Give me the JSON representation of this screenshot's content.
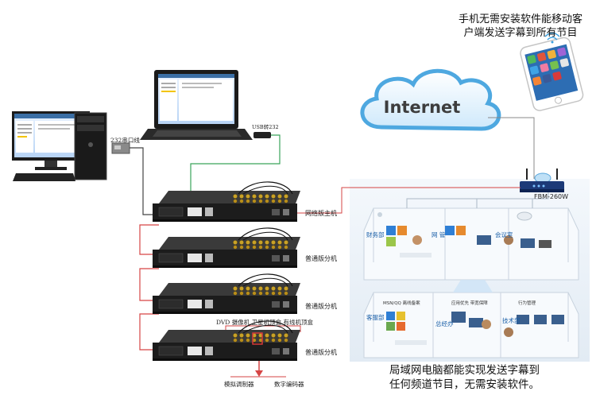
{
  "phone_caption": [
    "手机无需安装软件能移动客",
    "户端发送字幕到所有节目"
  ],
  "cloud_label": "Internet",
  "serial_label": "232串口线",
  "usb_label": "USB转232",
  "router_label": "FBM-260W",
  "units": [
    {
      "label": "网络版主机"
    },
    {
      "label": "普通版分机"
    },
    {
      "label": "普通版分机"
    },
    {
      "label": "普通版分机"
    }
  ],
  "sources_label": "DVD  摄像机  卫星机顶盒  有线机顶盒",
  "outputs": {
    "left": "模拟调制器",
    "right": "数字编码器"
  },
  "lan_caption": [
    "局域网电脑都能实现发送字幕到",
    "任何频道节目，无需安装软件。"
  ],
  "rooms": [
    {
      "name": "财务部"
    },
    {
      "name": "网 管"
    },
    {
      "name": "会议室"
    },
    {
      "name": "客服部"
    },
    {
      "name": "总经办"
    },
    {
      "name": "技术部"
    }
  ],
  "room_small_texts": [
    "MSN/QQ 离线备案",
    "应用优先 带宽保障",
    "行为管理"
  ]
}
